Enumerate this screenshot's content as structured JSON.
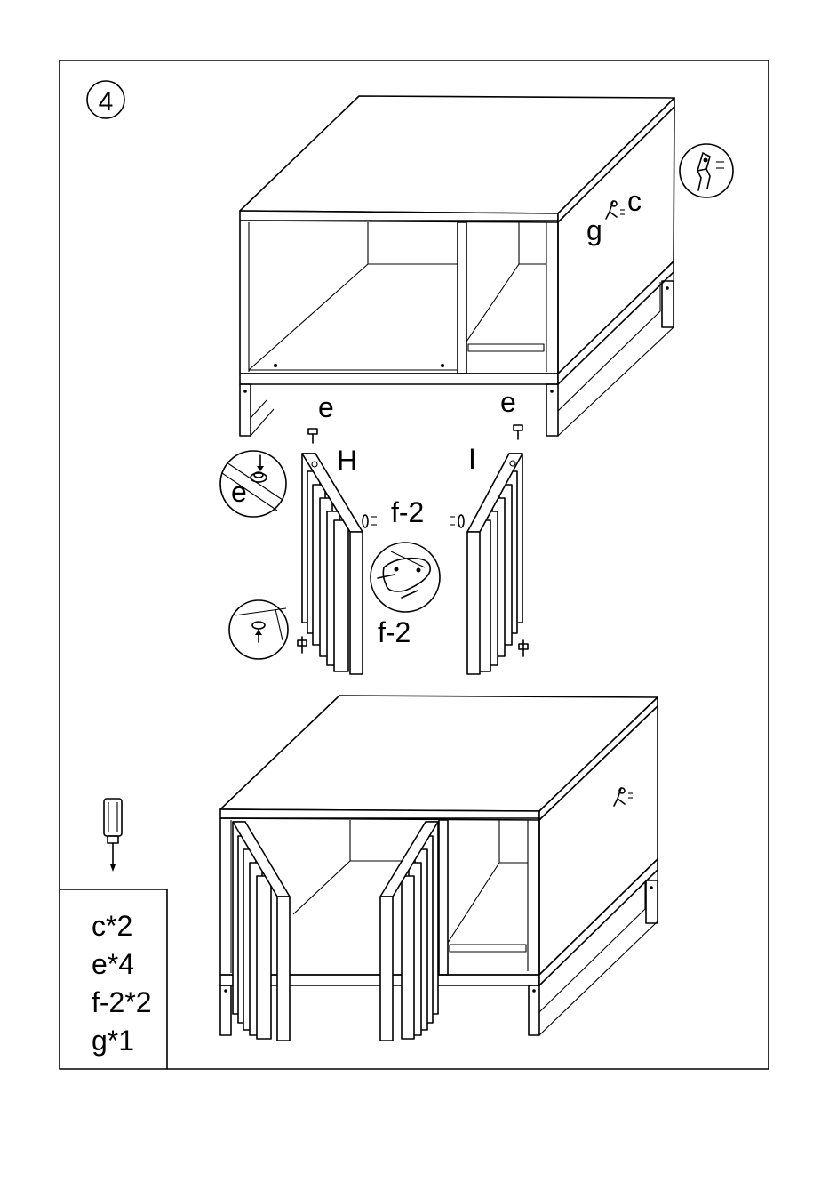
{
  "step": {
    "number": "4"
  },
  "labels": {
    "hardware_top": "g",
    "hardware_top_c": "c",
    "screw_left": "e",
    "screw_right": "e",
    "panel_left": "H",
    "panel_right": "I",
    "plate_label": "f-2",
    "plate_detail_label": "f-2",
    "detail_screw_label": "e"
  },
  "parts_list": {
    "items": [
      "c*2",
      "e*4",
      "f-2*2",
      "g*1"
    ]
  },
  "icons": {
    "hinge_detail": "hinge-icon",
    "screwdriver": "screwdriver-icon"
  }
}
